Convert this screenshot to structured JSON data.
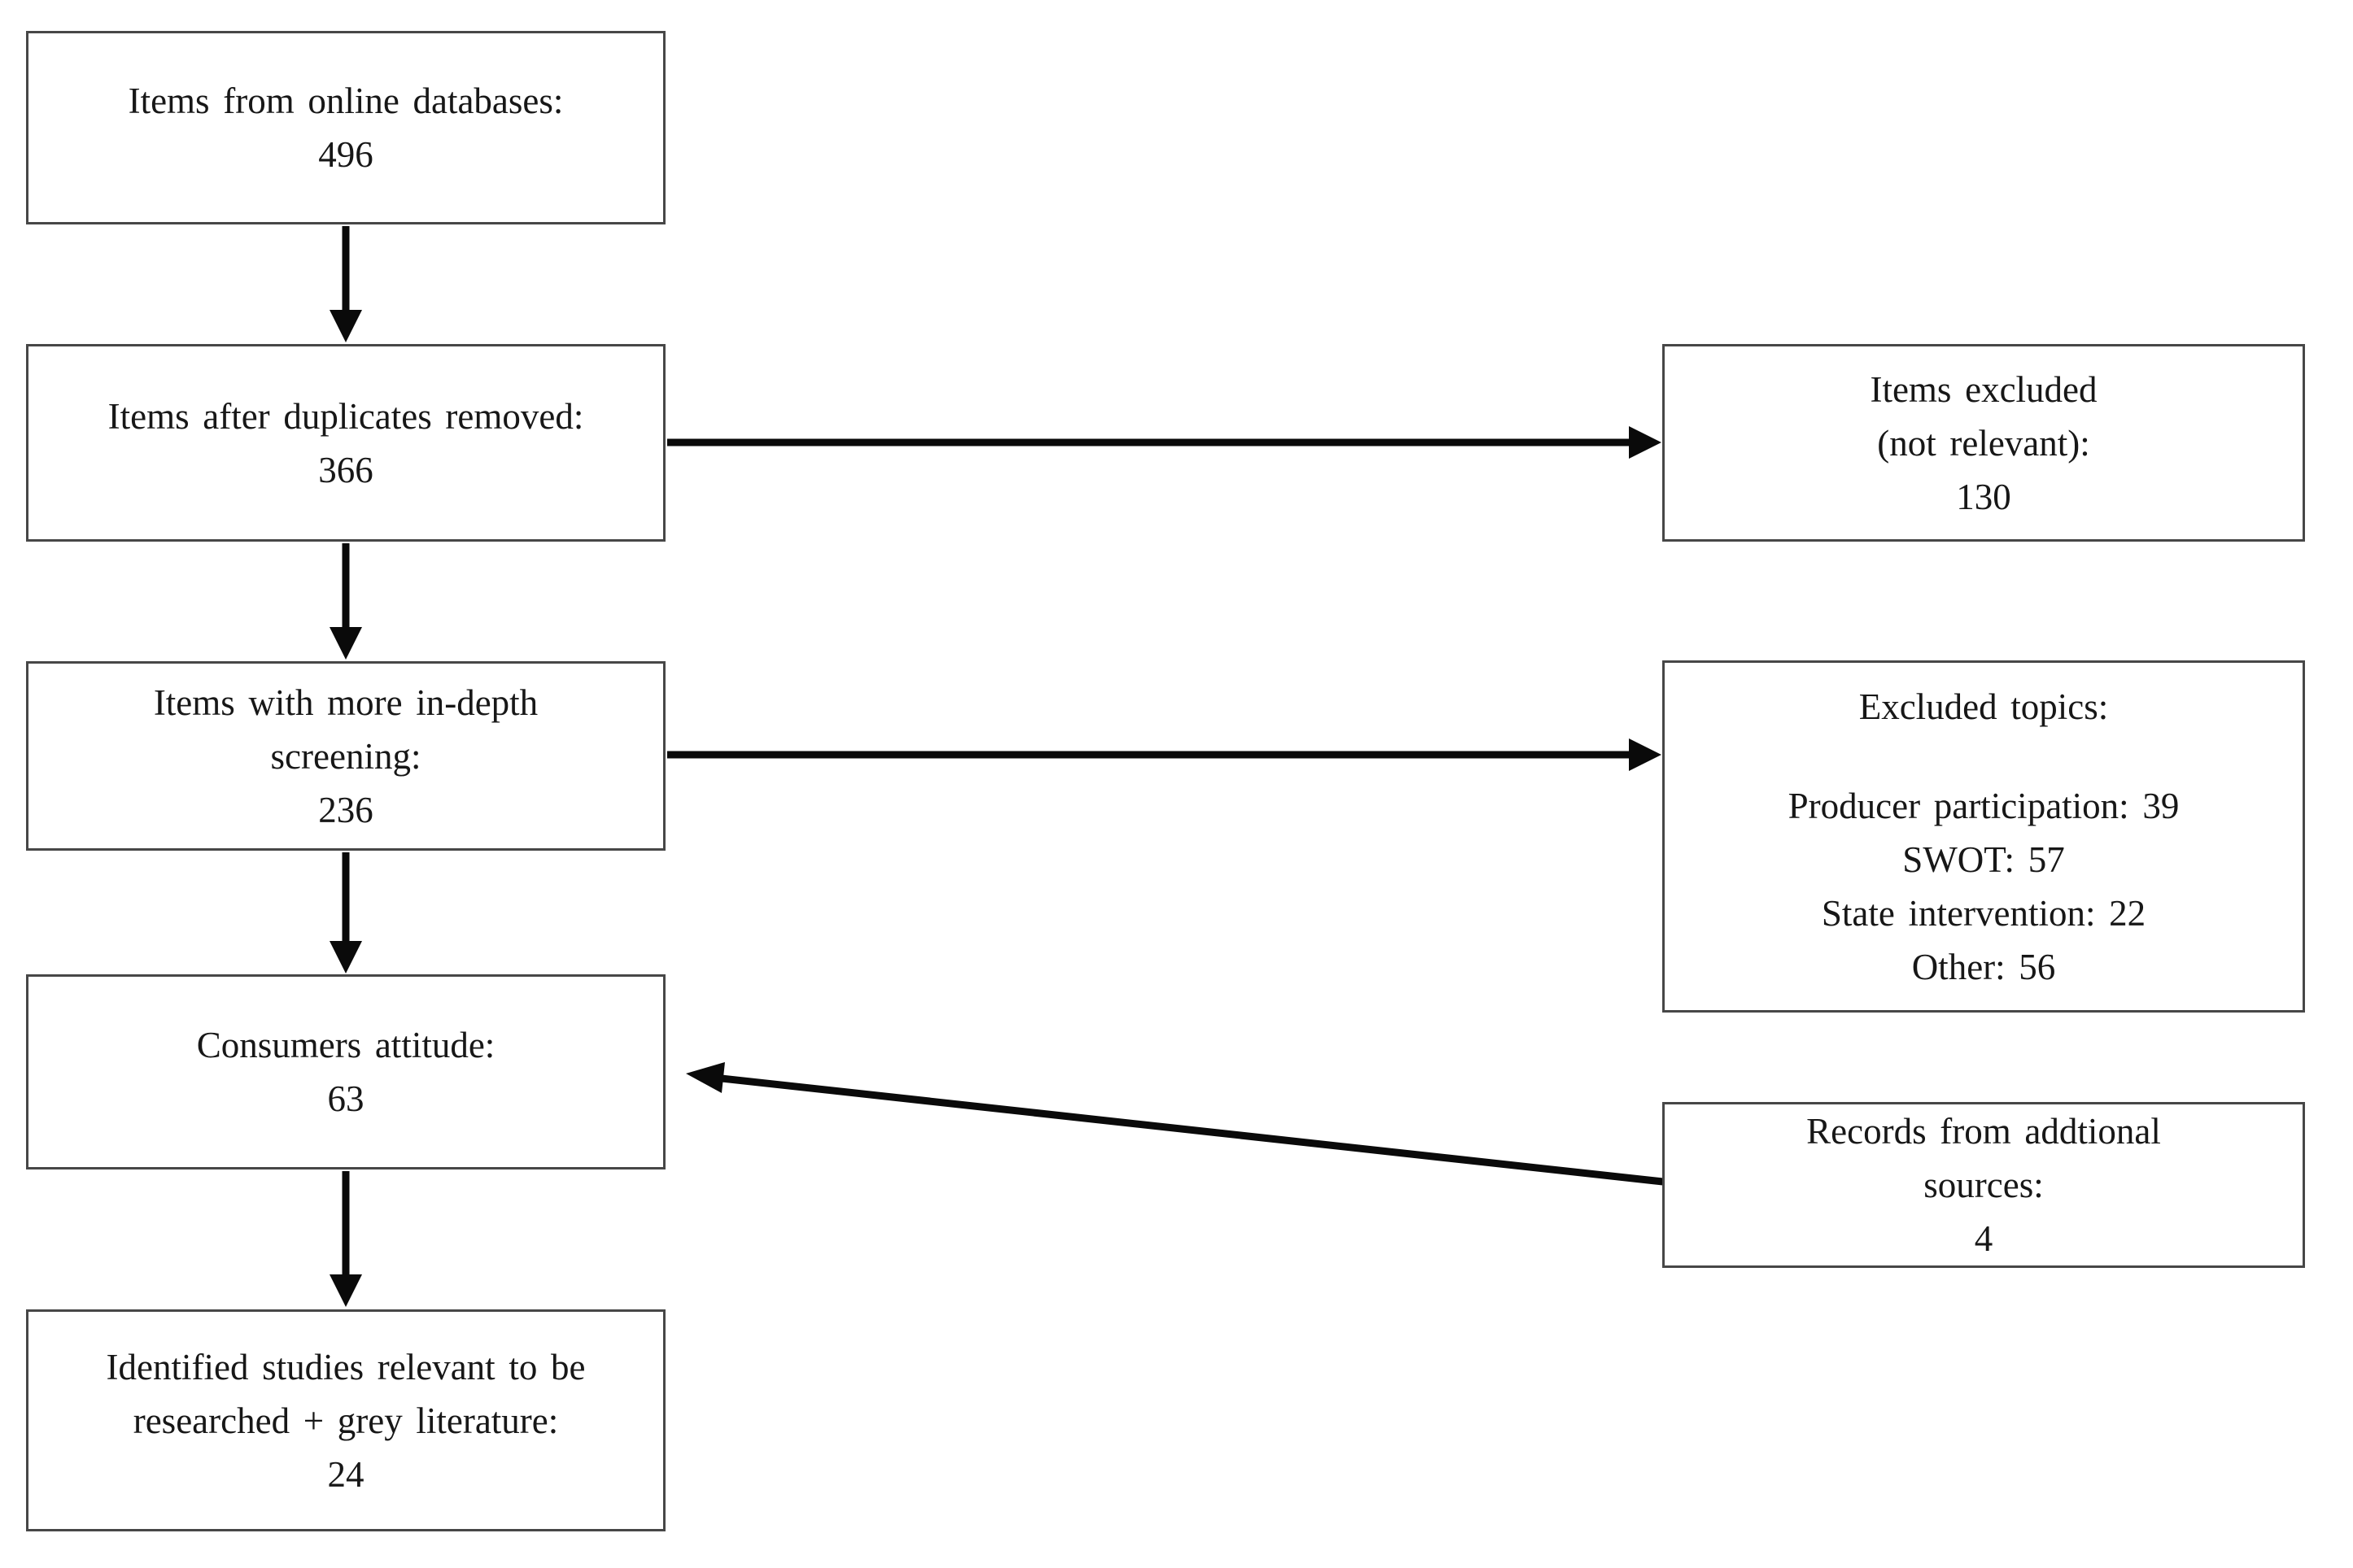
{
  "colors": {
    "box_border": "#474747",
    "arrow": "#0a0a0a",
    "text": "#171717",
    "background": "#ffffff"
  },
  "boxes": {
    "online_databases": {
      "lines": [
        "Items from online databases:",
        "496"
      ]
    },
    "duplicates_removed": {
      "lines": [
        "Items after duplicates removed:",
        "366"
      ]
    },
    "in_depth_screening": {
      "lines": [
        "Items with more in-depth",
        "screening:",
        "236"
      ]
    },
    "consumers_attitude": {
      "lines": [
        "Consumers attitude:",
        "63"
      ]
    },
    "identified_studies": {
      "lines": [
        "Identified studies relevant to be",
        "researched + grey literature:",
        "24"
      ]
    },
    "items_excluded": {
      "lines": [
        "Items excluded",
        "(not relevant):",
        "130"
      ]
    },
    "excluded_topics": {
      "lines": [
        "Excluded topics:",
        "Producer participation: 39",
        "SWOT: 57",
        "State intervention: 22",
        "Other: 56"
      ]
    },
    "additional_sources": {
      "lines": [
        "Records from addtional",
        "sources:",
        "4"
      ]
    }
  },
  "arrows": [
    {
      "from": "online_databases",
      "to": "duplicates_removed"
    },
    {
      "from": "duplicates_removed",
      "to": "in_depth_screening"
    },
    {
      "from": "in_depth_screening",
      "to": "consumers_attitude"
    },
    {
      "from": "consumers_attitude",
      "to": "identified_studies"
    },
    {
      "from": "duplicates_removed",
      "to": "items_excluded"
    },
    {
      "from": "in_depth_screening",
      "to": "excluded_topics"
    },
    {
      "from": "additional_sources",
      "to": "consumers_attitude"
    }
  ]
}
